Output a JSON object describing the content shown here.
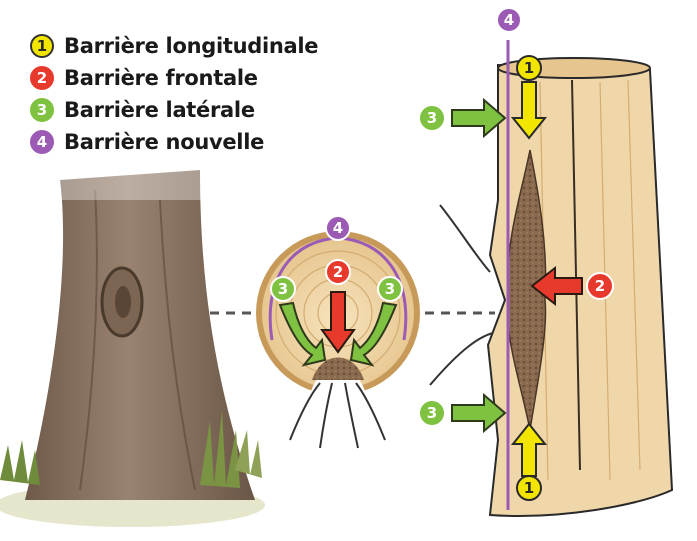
{
  "legend": [
    {
      "num": "1",
      "label": "Barrière longitudinale",
      "color": "#f2e600"
    },
    {
      "num": "2",
      "label": "Barrière frontale",
      "color": "#e83a2c"
    },
    {
      "num": "3",
      "label": "Barrière latérale",
      "color": "#7fc241"
    },
    {
      "num": "4",
      "label": "Barrière nouvelle",
      "color": "#9b5bb5"
    }
  ],
  "colors": {
    "yellow": "#f2e600",
    "red": "#e83a2c",
    "green": "#7fc241",
    "purple": "#9b5bb5",
    "wood": "#f0d7aa",
    "bark": "#8b7260",
    "decay": "#8a6a4e"
  },
  "icons": [
    "tree-trunk-illustration",
    "cross-section-illustration",
    "log-section-illustration",
    "curved-arrow-icon",
    "dashed-connector"
  ]
}
